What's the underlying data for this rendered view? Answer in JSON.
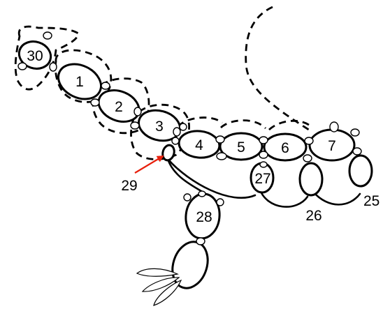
{
  "diagram": {
    "labels": {
      "r30": "30",
      "r1": "1",
      "r2": "2",
      "r3": "3",
      "r4": "4",
      "r5": "5",
      "r6": "6",
      "r7": "7",
      "r25": "25",
      "r26": "26",
      "r27": "27",
      "r28": "28",
      "r29": "29"
    },
    "colors": {
      "stroke": "#000000",
      "fill": "#ffffff",
      "arrow": "#e8200c"
    }
  }
}
